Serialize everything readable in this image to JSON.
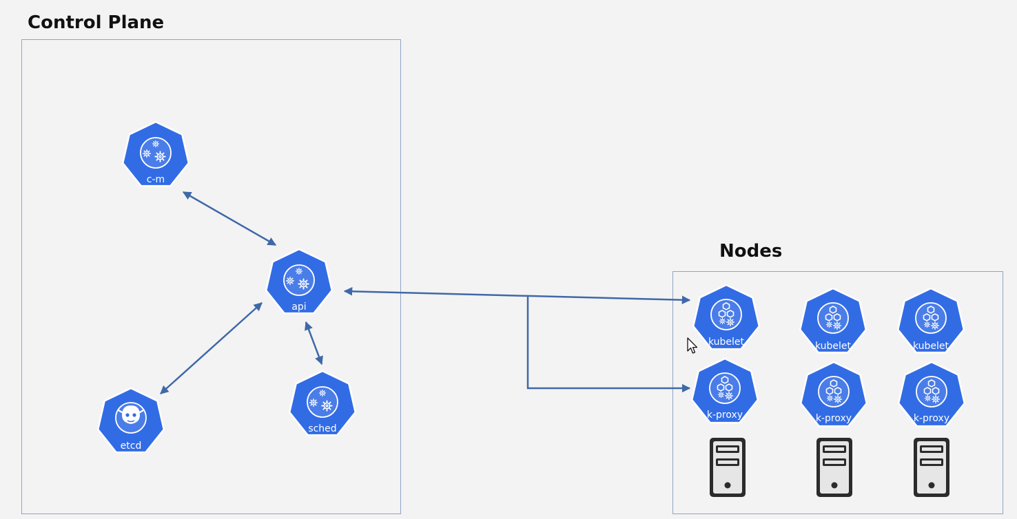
{
  "titles": {
    "control_plane": "Control Plane",
    "nodes": "Nodes"
  },
  "control_plane": {
    "components": [
      {
        "id": "cm",
        "label": "c-m",
        "icon": "gears-icon"
      },
      {
        "id": "api",
        "label": "api",
        "icon": "gears-icon"
      },
      {
        "id": "etcd",
        "label": "etcd",
        "icon": "etcd-icon"
      },
      {
        "id": "sched",
        "label": "sched",
        "icon": "gears-icon"
      }
    ]
  },
  "worker_nodes": [
    {
      "kubelet": "kubelet",
      "proxy": "k-proxy",
      "server_icon": "server-icon"
    },
    {
      "kubelet": "kubelet",
      "proxy": "k-proxy",
      "server_icon": "server-icon"
    },
    {
      "kubelet": "kubelet",
      "proxy": "k-proxy",
      "server_icon": "server-icon"
    }
  ],
  "connections": [
    {
      "from": "c-m",
      "to": "api",
      "direction": "both"
    },
    {
      "from": "etcd",
      "to": "api",
      "direction": "both"
    },
    {
      "from": "sched",
      "to": "api",
      "direction": "both"
    },
    {
      "from": "api",
      "to": "kubelet",
      "direction": "both"
    },
    {
      "from": "api",
      "to": "k-proxy",
      "direction": "to"
    }
  ],
  "colors": {
    "k8s_blue": "#326ce5",
    "arrow": "#3f68a8",
    "region_border": "#8fa3c6",
    "background": "#f3f3f3",
    "server_body": "#2b2b2b"
  }
}
